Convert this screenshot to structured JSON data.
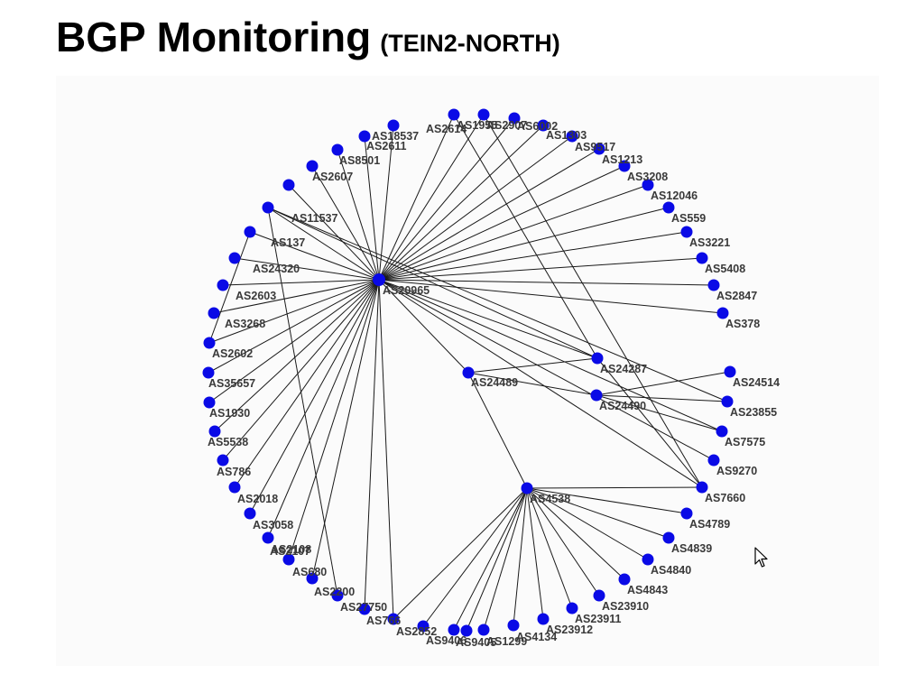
{
  "slide": {
    "title": "BGP Monitoring",
    "subtitle": "(TEIN2-NORTH)"
  },
  "icons": {
    "cursor": "mouse-pointer-icon"
  },
  "colors": {
    "node": "#0a0ae6",
    "edge": "#1a1a1a",
    "label": "#3a3a3a",
    "panel": "#fbfbfb"
  },
  "graph": {
    "hub": "AS20965",
    "nodes": [
      "AS20965",
      "AS24489",
      "AS24287",
      "AS24490",
      "AS4538",
      "AS1955",
      "AS2907",
      "AS6002",
      "AS1303",
      "AS9517",
      "AS1213",
      "AS3208",
      "AS12046",
      "AS559",
      "AS3221",
      "AS5408",
      "AS2847",
      "AS378",
      "AS24514",
      "AS23855",
      "AS7575",
      "AS9270",
      "AS7660",
      "AS4789",
      "AS4839",
      "AS4840",
      "AS4843",
      "AS23910",
      "AS23911",
      "AS23912",
      "AS4134",
      "AS1299",
      "AS9405",
      "AS9406",
      "AS2852",
      "AS766",
      "AS27750",
      "AS2200",
      "AS680",
      "AS2107",
      "AS2108",
      "AS3058",
      "AS2018",
      "AS786",
      "AS5538",
      "AS1930",
      "AS35657",
      "AS2602",
      "AS3268",
      "AS2603",
      "AS24320",
      "AS137",
      "AS11537",
      "AS2607",
      "AS8501",
      "AS2611",
      "AS18537",
      "AS2614"
    ],
    "edges": [
      [
        "AS20965",
        "AS2614"
      ],
      [
        "AS20965",
        "AS1955"
      ],
      [
        "AS20965",
        "AS2907"
      ],
      [
        "AS20965",
        "AS6002"
      ],
      [
        "AS20965",
        "AS1303"
      ],
      [
        "AS20965",
        "AS9517"
      ],
      [
        "AS20965",
        "AS1213"
      ],
      [
        "AS20965",
        "AS3208"
      ],
      [
        "AS20965",
        "AS12046"
      ],
      [
        "AS20965",
        "AS559"
      ],
      [
        "AS20965",
        "AS3221"
      ],
      [
        "AS20965",
        "AS5408"
      ],
      [
        "AS20965",
        "AS2847"
      ],
      [
        "AS20965",
        "AS378"
      ],
      [
        "AS20965",
        "AS11537"
      ],
      [
        "AS20965",
        "AS2607"
      ],
      [
        "AS20965",
        "AS8501"
      ],
      [
        "AS20965",
        "AS2611"
      ],
      [
        "AS20965",
        "AS18537"
      ],
      [
        "AS20965",
        "AS137"
      ],
      [
        "AS20965",
        "AS24320"
      ],
      [
        "AS20965",
        "AS2603"
      ],
      [
        "AS20965",
        "AS3268"
      ],
      [
        "AS20965",
        "AS2602"
      ],
      [
        "AS20965",
        "AS35657"
      ],
      [
        "AS20965",
        "AS1930"
      ],
      [
        "AS20965",
        "AS5538"
      ],
      [
        "AS20965",
        "AS786"
      ],
      [
        "AS20965",
        "AS2018"
      ],
      [
        "AS20965",
        "AS3058"
      ],
      [
        "AS20965",
        "AS2108"
      ],
      [
        "AS20965",
        "AS2107"
      ],
      [
        "AS20965",
        "AS680"
      ],
      [
        "AS20965",
        "AS27750"
      ],
      [
        "AS20965",
        "AS766"
      ],
      [
        "AS20965",
        "AS24489"
      ],
      [
        "AS20965",
        "AS7575"
      ],
      [
        "AS20965",
        "AS9270"
      ],
      [
        "AS20965",
        "AS7660"
      ],
      [
        "AS20965",
        "AS24287"
      ],
      [
        "AS11537",
        "AS2200"
      ],
      [
        "AS11537",
        "AS24287"
      ],
      [
        "AS11537",
        "AS23855"
      ],
      [
        "AS137",
        "AS2602"
      ],
      [
        "AS24489",
        "AS24287"
      ],
      [
        "AS24489",
        "AS24490"
      ],
      [
        "AS24489",
        "AS4538"
      ],
      [
        "AS24490",
        "AS24514"
      ],
      [
        "AS24490",
        "AS23855"
      ],
      [
        "AS24490",
        "AS7575"
      ],
      [
        "AS24287",
        "AS7660"
      ],
      [
        "AS2907",
        "AS7660"
      ],
      [
        "AS1955",
        "AS24287"
      ],
      [
        "AS4538",
        "AS7660"
      ],
      [
        "AS4538",
        "AS4789"
      ],
      [
        "AS4538",
        "AS4839"
      ],
      [
        "AS4538",
        "AS4840"
      ],
      [
        "AS4538",
        "AS4843"
      ],
      [
        "AS4538",
        "AS23910"
      ],
      [
        "AS4538",
        "AS23911"
      ],
      [
        "AS4538",
        "AS23912"
      ],
      [
        "AS4538",
        "AS4134"
      ],
      [
        "AS4538",
        "AS1299"
      ],
      [
        "AS4538",
        "AS9405"
      ],
      [
        "AS4538",
        "AS9406"
      ],
      [
        "AS4538",
        "AS2852"
      ],
      [
        "AS4538",
        "AS766"
      ]
    ]
  }
}
